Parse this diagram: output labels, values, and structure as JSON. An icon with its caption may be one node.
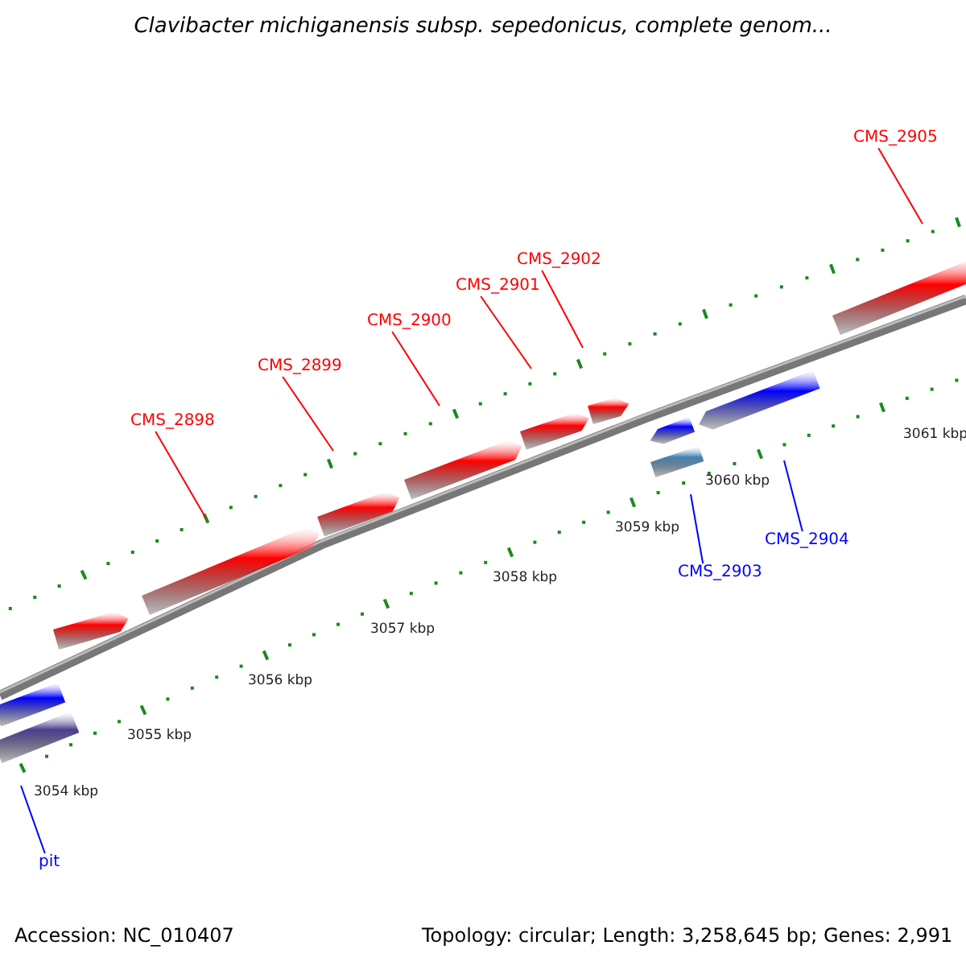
{
  "diagram": {
    "title": "Clavibacter michiganensis subsp. sepedonicus, complete genom...",
    "nodes": [
      {
        "text": [
          "CMS_2905"
        ]
      },
      {
        "text": [
          "CMS_2902"
        ]
      },
      {
        "text": [
          "CMS_2901"
        ]
      },
      {
        "text": [
          "CMS_2900"
        ]
      },
      {
        "text": [
          "CMS_2899"
        ]
      },
      {
        "text": [
          "CMS_2898"
        ]
      },
      {
        "text": [
          "CMS_2904"
        ]
      },
      {
        "text": [
          "CMS_2903"
        ]
      },
      {
        "text": [
          "pit"
        ]
      }
    ],
    "edges": [
      {
        "from": 0,
        "to": null,
        "arrow": "none"
      },
      {
        "from": 1,
        "to": null,
        "arrow": "none"
      },
      {
        "from": 2,
        "to": null,
        "arrow": "none"
      },
      {
        "from": 3,
        "to": null,
        "arrow": "none"
      },
      {
        "from": 4,
        "to": null,
        "arrow": "none"
      },
      {
        "from": 5,
        "to": null,
        "arrow": "none"
      },
      {
        "from": 6,
        "to": null,
        "arrow": "none",
        "color": "#0000ff"
      },
      {
        "from": 7,
        "to": null,
        "arrow": "none",
        "color": "#0000ff"
      },
      {
        "from": 8,
        "to": null,
        "arrow": "none",
        "color": "#0000ff"
      }
    ],
    "labels": [
      "3061 kbp",
      "3060 kbp",
      "3059 kbp",
      "3058 kbp",
      "3057 kbp",
      "3056 kbp",
      "3055 kbp",
      "3054 kbp",
      "Accession: NC_010407",
      "Topology: circular; Length: 3,258,645 bp; Genes: 2,991"
    ]
  }
}
